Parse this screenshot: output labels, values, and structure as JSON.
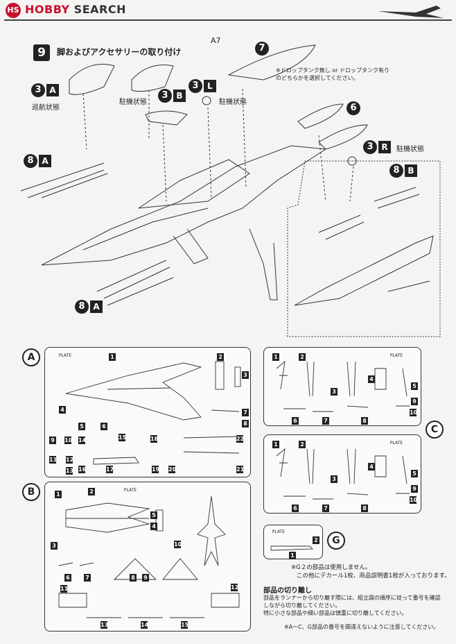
{
  "header": {
    "logo": "HS",
    "brand_accent": "HOBBY",
    "brand_rest": " SEARCH",
    "brand_color": "#c8102e"
  },
  "step": {
    "number": "9",
    "title": "脚およびアクセサリーの取り付け"
  },
  "labels": {
    "a7": "A7",
    "part7": "7",
    "part6": "6",
    "drop_tank_note": "※ドロップタンク無し or ドロップタンク有り\nのどちらかを選択してください。",
    "cruise_state": "巡航状態",
    "parking_b": "駐機状態",
    "parking_l": "駐機状態",
    "parking_r": "駐機状態"
  },
  "badges": {
    "b3a": {
      "num": "3",
      "letter": "A"
    },
    "b3b": {
      "num": "3",
      "letter": "B"
    },
    "b3l": {
      "num": "3",
      "letter": "L"
    },
    "b3r": {
      "num": "3",
      "letter": "R"
    },
    "b8a_top": {
      "num": "8",
      "letter": "A"
    },
    "b8b": {
      "num": "8",
      "letter": "B"
    },
    "b8a_bottom": {
      "num": "8",
      "letter": "A"
    }
  },
  "plates": {
    "a": {
      "letter": "A",
      "tag": "PLATE",
      "numbers": [
        "1",
        "2",
        "3",
        "4",
        "5",
        "6",
        "7",
        "8",
        "9",
        "10",
        "11",
        "12",
        "13",
        "14",
        "15",
        "16",
        "17",
        "18",
        "19",
        "20",
        "21",
        "22"
      ]
    },
    "b": {
      "letter": "B",
      "tag": "PLATE",
      "numbers": [
        "1",
        "2",
        "3",
        "4",
        "5",
        "6",
        "7",
        "8",
        "9",
        "10",
        "11",
        "12",
        "13",
        "14",
        "15"
      ]
    },
    "c": {
      "letter": "C",
      "tag": "PLATE",
      "numbers": [
        "1",
        "2",
        "3",
        "4",
        "5",
        "6",
        "7",
        "8",
        "9",
        "10"
      ]
    },
    "g": {
      "letter": "G",
      "tag": "PLATE",
      "numbers": [
        "1",
        "2"
      ]
    }
  },
  "notes": {
    "g_unused": "※G２の部品は使用しません。",
    "decal": "この他にデカール1枚、商品説明書1枚が入っております。",
    "cut_title": "部品の切り離し",
    "cut_body": "部品をランナーから切り離す際には、組立図の順序に従って番号を確認\nしながら切り離してください。\n特に小さな部品や細い部品は慎重に切り離してください。",
    "bottom": "※A～C、G部品の番号を間違えないように注意してください。"
  }
}
